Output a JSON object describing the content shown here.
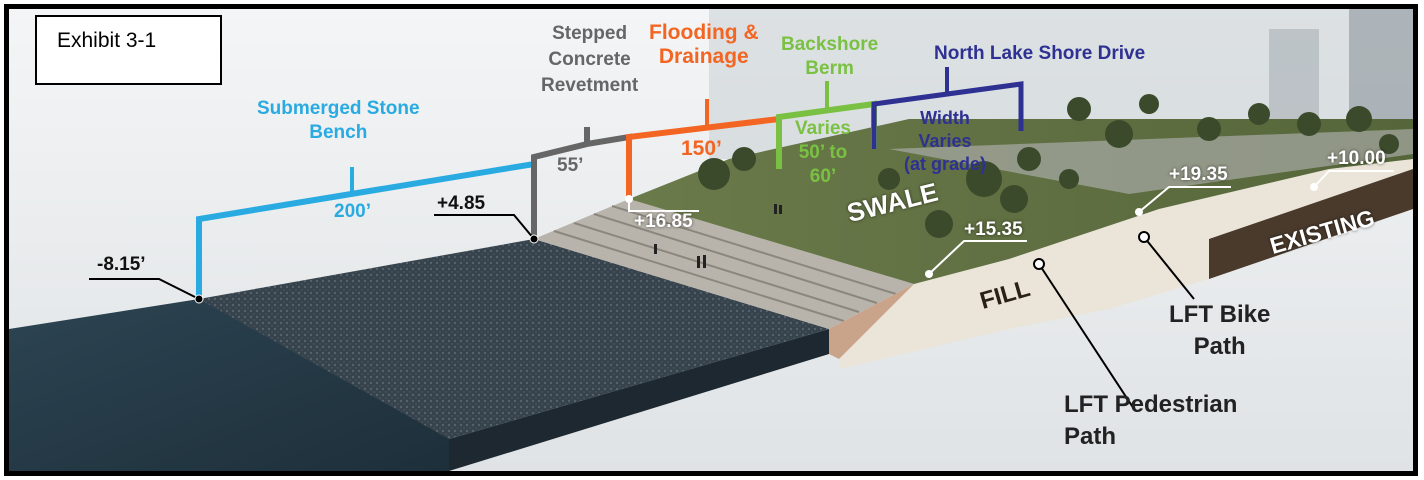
{
  "exhibit_label": "Exhibit 3-1",
  "sections": {
    "submerged_stone_bench": {
      "title_line1": "Submerged Stone",
      "title_line2": "Bench",
      "width": "200’"
    },
    "stepped_revetment": {
      "title_line1": "Stepped",
      "title_line2": "Concrete",
      "title_line3": "Revetment",
      "width": "55’"
    },
    "flooding_drainage": {
      "title_line1": "Flooding &",
      "title_line2": "Drainage",
      "width": "150’"
    },
    "backshore_berm": {
      "title_line1": "Backshore",
      "title_line2": "Berm",
      "width_line1": "Varies",
      "width_line2": "50’ to",
      "width_line3": "60’"
    },
    "north_lake_shore_drive": {
      "title": "North Lake Shore Drive",
      "width_line1": "Width",
      "width_line2": "Varies",
      "width_line3": "(at grade)"
    }
  },
  "elevations": {
    "lake": "-8.15’",
    "bench_top": "+4.85",
    "revetment_top": "+16.85",
    "fill_low": "+15.35",
    "bike_path": "+19.35",
    "existing": "+10.00"
  },
  "zones": {
    "swale": "SWALE",
    "fill": "FILL",
    "existing": "EXISTING"
  },
  "callouts": {
    "bike_path_line1": "LFT Bike",
    "bike_path_line2": "Path",
    "pedestrian_path_line1": "LFT Pedestrian",
    "pedestrian_path_line2": "Path"
  },
  "colors": {
    "bench": "#29abe2",
    "revetment": "#666666",
    "flooding": "#f26522",
    "berm": "#7ac143",
    "drive": "#2e3192"
  }
}
